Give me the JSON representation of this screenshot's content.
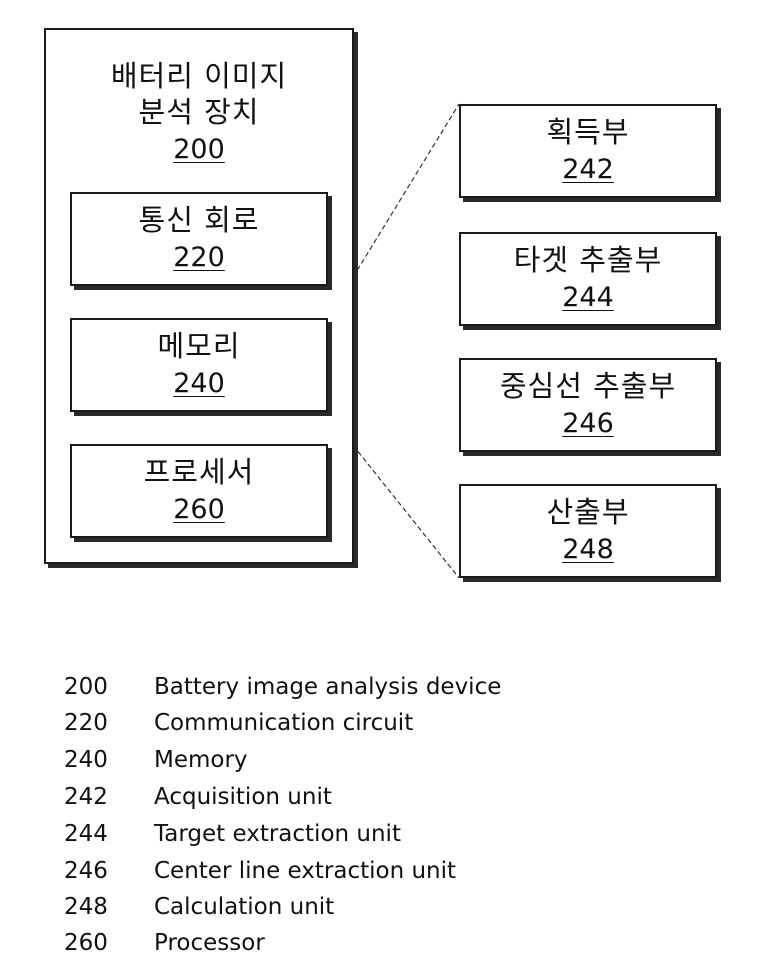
{
  "device": {
    "title_line1": "배터리 이미지",
    "title_line2": "분석 장치",
    "number": "200"
  },
  "blocks": [
    {
      "label": "통신 회로",
      "number": "220"
    },
    {
      "label": "메모리",
      "number": "240"
    },
    {
      "label": "프로세서",
      "number": "260"
    }
  ],
  "memory_units": [
    {
      "label": "획득부",
      "number": "242"
    },
    {
      "label": "타겟 추출부",
      "number": "244"
    },
    {
      "label": "중심선 추출부",
      "number": "246"
    },
    {
      "label": "산출부",
      "number": "248"
    }
  ],
  "legend": [
    {
      "code": "200",
      "text": "Battery image analysis device"
    },
    {
      "code": "220",
      "text": "Communication circuit"
    },
    {
      "code": "240",
      "text": "Memory"
    },
    {
      "code": "242",
      "text": "Acquisition unit"
    },
    {
      "code": "244",
      "text": "Target extraction unit"
    },
    {
      "code": "246",
      "text": "Center line extraction unit"
    },
    {
      "code": "248",
      "text": "Calculation unit"
    },
    {
      "code": "260",
      "text": "Processor"
    }
  ]
}
